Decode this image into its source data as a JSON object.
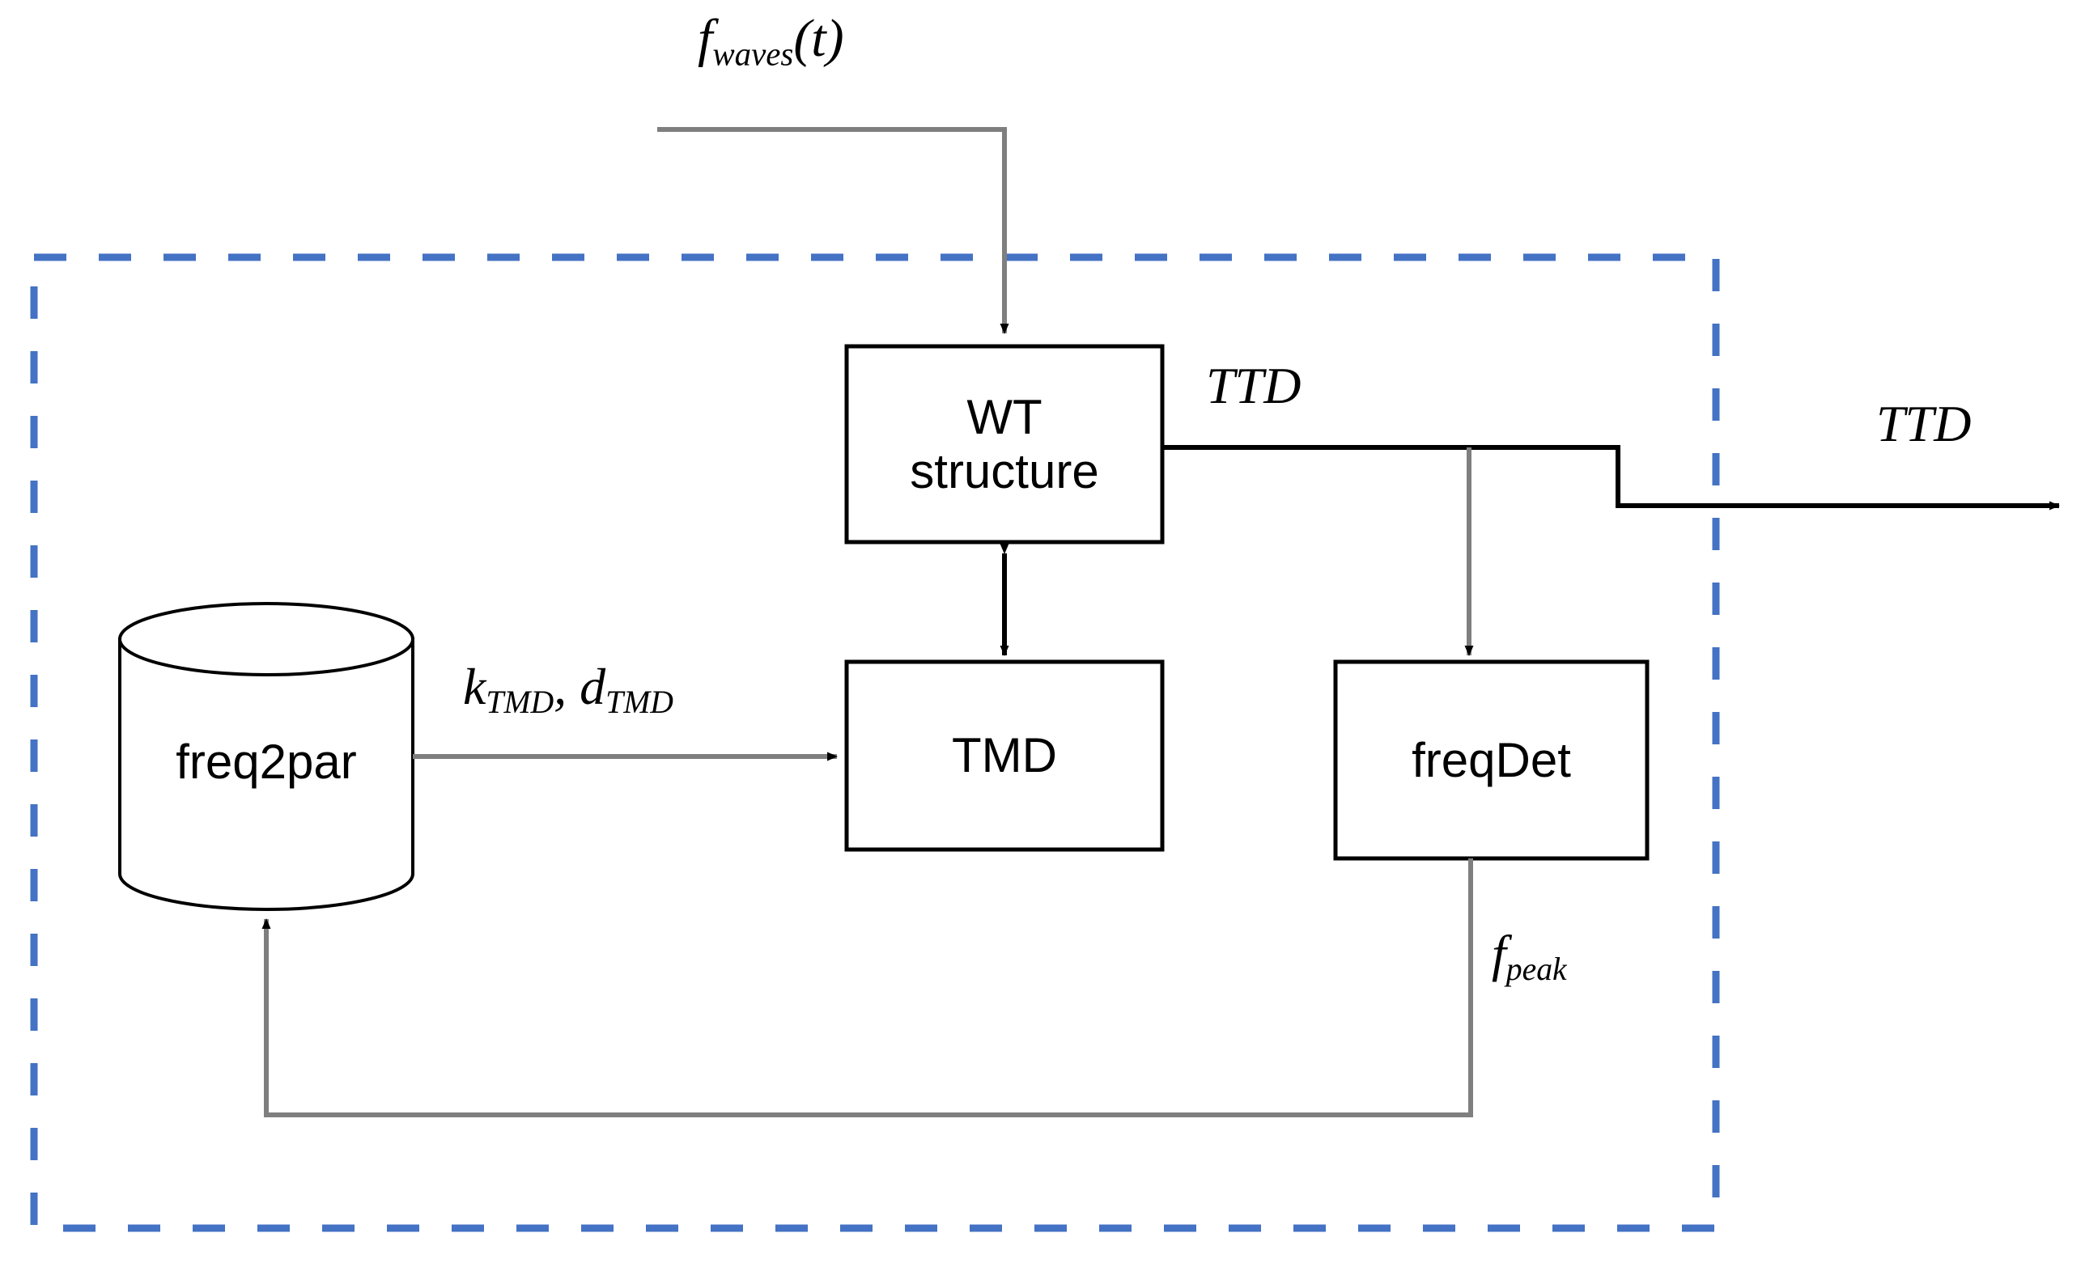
{
  "diagram": {
    "title": "WT structure with TMD frequency-adaptive control block diagram",
    "colors": {
      "boundary_dashed": "#4472C4",
      "connector_line": "#808080",
      "node_border": "#000000",
      "arrowhead": "#000000",
      "background": "#FFFFFF",
      "text": "#000000"
    },
    "boundary": {
      "name": "control-system-boundary",
      "style": "dashed",
      "color": "#4472C4"
    },
    "nodes": [
      {
        "id": "wt-structure",
        "shape": "rectangle",
        "label": "WT\nstructure"
      },
      {
        "id": "tmd",
        "shape": "rectangle",
        "label": "TMD"
      },
      {
        "id": "freqdet",
        "shape": "rectangle",
        "label": "freqDet"
      },
      {
        "id": "freq2par",
        "shape": "cylinder",
        "label": "freq2par"
      }
    ],
    "edge_labels": {
      "waves_input": {
        "base": "f",
        "sub": "waves",
        "tail": "(t)"
      },
      "ttd_internal": {
        "base": "TTD"
      },
      "ttd_output": {
        "base": "TTD"
      },
      "tmd_params": {
        "k_base": "k",
        "k_sub": "TMD",
        "separator": ", ",
        "d_base": "d",
        "d_sub": "TMD"
      },
      "f_peak": {
        "base": "f",
        "sub": "peak"
      }
    },
    "edges": [
      {
        "id": "waves-to-wt",
        "from": "external-input",
        "to": "wt-structure",
        "label": "f_waves(t)",
        "arrow": "single"
      },
      {
        "id": "wt-to-tmd",
        "from": "wt-structure",
        "to": "tmd",
        "label": "",
        "arrow": "double"
      },
      {
        "id": "wt-to-out",
        "from": "wt-structure",
        "to": "external-output",
        "label": "TTD",
        "arrow": "single"
      },
      {
        "id": "wt-to-freqdet",
        "from": "wt-structure",
        "to": "freqdet",
        "label": "TTD",
        "arrow": "single"
      },
      {
        "id": "freq2par-to-tmd",
        "from": "freq2par",
        "to": "tmd",
        "label": "k_TMD, d_TMD",
        "arrow": "single"
      },
      {
        "id": "freqdet-to-freq2par",
        "from": "freqdet",
        "to": "freq2par",
        "label": "f_peak",
        "arrow": "single"
      }
    ]
  }
}
